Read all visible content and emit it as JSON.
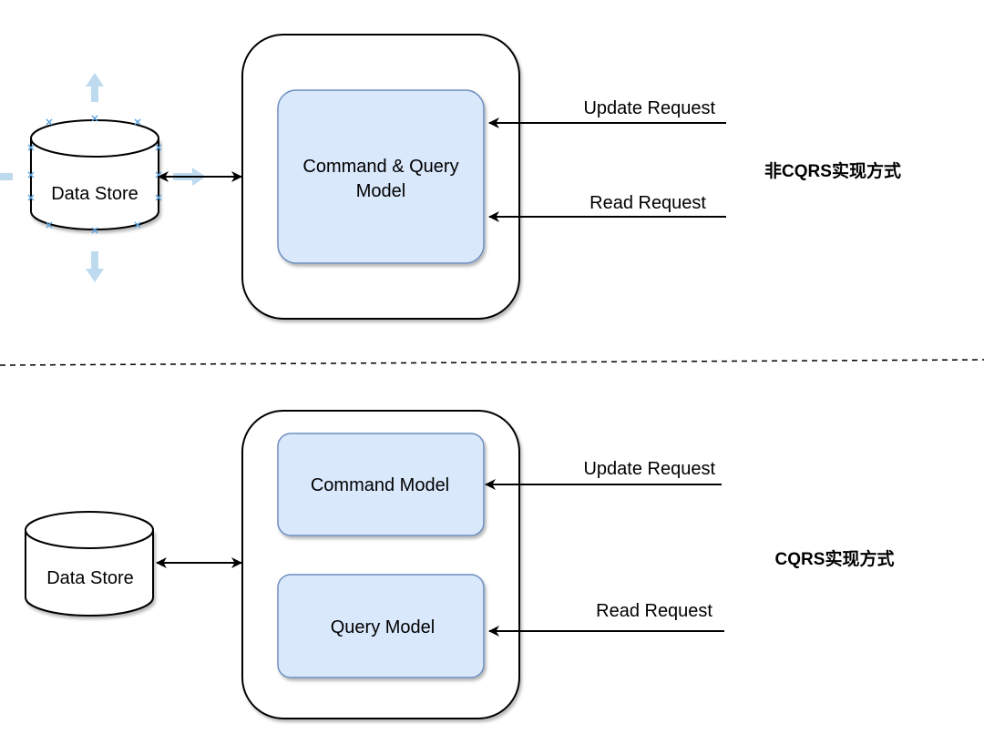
{
  "colors": {
    "model_fill": "#dae8fc",
    "model_stroke": "#6c8ebf",
    "line": "#000000",
    "handle": "#a8cdea"
  },
  "top": {
    "caption": "非CQRS实现方式",
    "data_store": "Data Store",
    "model_line1": "Command & Query",
    "model_line2": "Model",
    "update_request": "Update Request",
    "read_request": "Read Request"
  },
  "divider": {
    "style": "dashed"
  },
  "bottom": {
    "caption": "CQRS实现方式",
    "data_store": "Data Store",
    "command_model": "Command Model",
    "query_model": "Query Model",
    "update_request": "Update Request",
    "read_request": "Read Request"
  }
}
